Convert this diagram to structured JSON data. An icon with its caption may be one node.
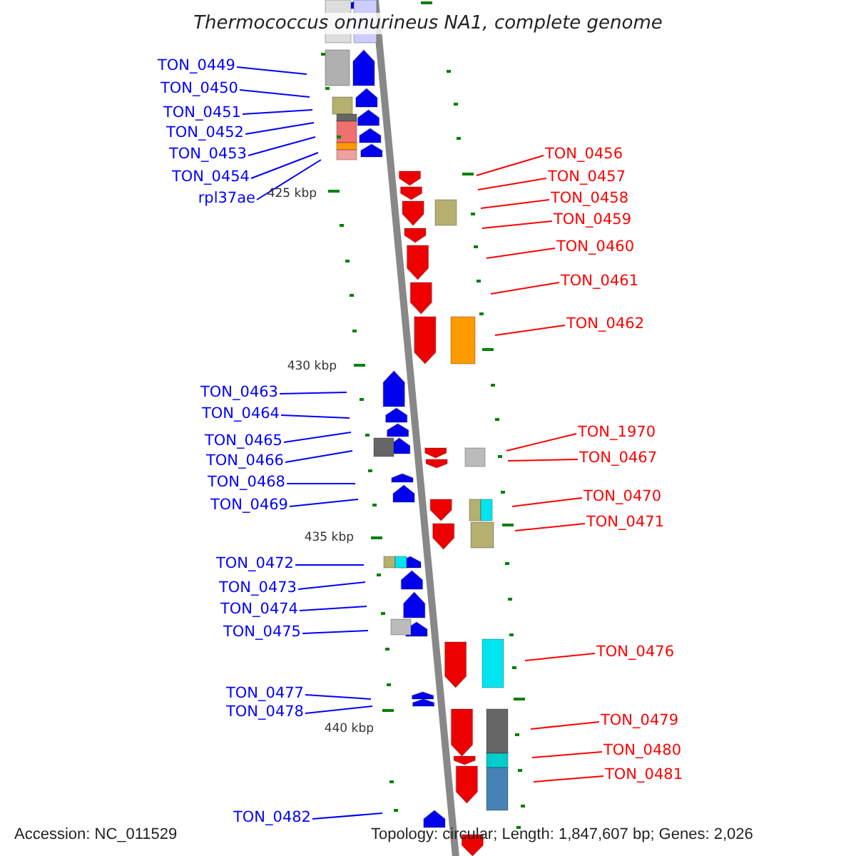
{
  "diagram": {
    "title": "Thermococcus onnurineus NA1, complete genome",
    "nodes": [
      {
        "text": [
          "TON_0449"
        ]
      },
      {
        "text": [
          "TON_0450"
        ]
      },
      {
        "text": [
          "TON_0451"
        ]
      },
      {
        "text": [
          "TON_0452"
        ]
      },
      {
        "text": [
          "TON_0453"
        ]
      },
      {
        "text": [
          "TON_0454"
        ]
      },
      {
        "text": [
          "rpl37ae"
        ]
      },
      {
        "text": [
          "TON_0463"
        ]
      },
      {
        "text": [
          "TON_0464"
        ]
      },
      {
        "text": [
          "TON_0465"
        ]
      },
      {
        "text": [
          "TON_0466"
        ]
      },
      {
        "text": [
          "TON_0468"
        ]
      },
      {
        "text": [
          "TON_0469"
        ]
      },
      {
        "text": [
          "TON_0472"
        ]
      },
      {
        "text": [
          "TON_0473"
        ]
      },
      {
        "text": [
          "TON_0474"
        ]
      },
      {
        "text": [
          "TON_0475"
        ]
      },
      {
        "text": [
          "TON_0477"
        ]
      },
      {
        "text": [
          "TON_0478"
        ]
      },
      {
        "text": [
          "TON_0482"
        ]
      },
      {
        "text": [
          "TON_0456"
        ]
      },
      {
        "text": [
          "TON_0457"
        ]
      },
      {
        "text": [
          "TON_0458"
        ]
      },
      {
        "text": [
          "TON_0459"
        ]
      },
      {
        "text": [
          "TON_0460"
        ]
      },
      {
        "text": [
          "TON_0461"
        ]
      },
      {
        "text": [
          "TON_0462"
        ]
      },
      {
        "text": [
          "TON_1970"
        ]
      },
      {
        "text": [
          "TON_0467"
        ]
      },
      {
        "text": [
          "TON_0470"
        ]
      },
      {
        "text": [
          "TON_0471"
        ]
      },
      {
        "text": [
          "TON_0476"
        ]
      },
      {
        "text": [
          "TON_0479"
        ]
      },
      {
        "text": [
          "TON_0480"
        ]
      },
      {
        "text": [
          "TON_0481"
        ]
      }
    ],
    "edges": [
      {
        "from": 0,
        "to": null,
        "arrow": "none"
      },
      {
        "from": 1,
        "to": null,
        "arrow": "none"
      },
      {
        "from": 2,
        "to": null,
        "arrow": "none"
      },
      {
        "from": 3,
        "to": null,
        "arrow": "none"
      },
      {
        "from": 4,
        "to": null,
        "arrow": "none"
      },
      {
        "from": 5,
        "to": null,
        "arrow": "none"
      },
      {
        "from": 6,
        "to": null,
        "arrow": "none"
      },
      {
        "from": 7,
        "to": null,
        "arrow": "none"
      },
      {
        "from": 8,
        "to": null,
        "arrow": "none"
      },
      {
        "from": 9,
        "to": null,
        "arrow": "none"
      },
      {
        "from": 10,
        "to": null,
        "arrow": "none"
      },
      {
        "from": 11,
        "to": null,
        "arrow": "none"
      },
      {
        "from": 12,
        "to": null,
        "arrow": "none"
      },
      {
        "from": 13,
        "to": null,
        "arrow": "none"
      },
      {
        "from": 14,
        "to": null,
        "arrow": "none"
      },
      {
        "from": 15,
        "to": null,
        "arrow": "none"
      },
      {
        "from": 16,
        "to": null,
        "arrow": "none"
      },
      {
        "from": 17,
        "to": null,
        "arrow": "none"
      },
      {
        "from": 18,
        "to": null,
        "arrow": "none"
      },
      {
        "from": 19,
        "to": null,
        "arrow": "none"
      },
      {
        "from": 20,
        "to": null,
        "arrow": "none",
        "color": "#ff0000"
      },
      {
        "from": 21,
        "to": null,
        "arrow": "none",
        "color": "#ff0000"
      },
      {
        "from": 22,
        "to": null,
        "arrow": "none",
        "color": "#ff0000"
      },
      {
        "from": 23,
        "to": null,
        "arrow": "none",
        "color": "#ff0000"
      },
      {
        "from": 24,
        "to": null,
        "arrow": "none",
        "color": "#ff0000"
      },
      {
        "from": 25,
        "to": null,
        "arrow": "none",
        "color": "#ff0000"
      },
      {
        "from": 26,
        "to": null,
        "arrow": "none",
        "color": "#ff0000"
      },
      {
        "from": 27,
        "to": null,
        "arrow": "none",
        "color": "#ff0000"
      },
      {
        "from": 28,
        "to": null,
        "arrow": "none",
        "color": "#ff0000"
      },
      {
        "from": 29,
        "to": null,
        "arrow": "none",
        "color": "#ff0000"
      },
      {
        "from": 30,
        "to": null,
        "arrow": "none",
        "color": "#ff0000"
      },
      {
        "from": 31,
        "to": null,
        "arrow": "none",
        "color": "#ff0000"
      },
      {
        "from": 32,
        "to": null,
        "arrow": "none",
        "color": "#ff0000"
      },
      {
        "from": 33,
        "to": null,
        "arrow": "none",
        "color": "#ff0000"
      },
      {
        "from": 34,
        "to": null,
        "arrow": "none",
        "color": "#ff0000"
      }
    ],
    "labels": [
      "425 kbp",
      "430 kbp",
      "435 kbp",
      "440 kbp",
      "Accession: NC_011529",
      "Topology: circular; Length: 1,847,607 bp; Genes: 2,026"
    ]
  }
}
